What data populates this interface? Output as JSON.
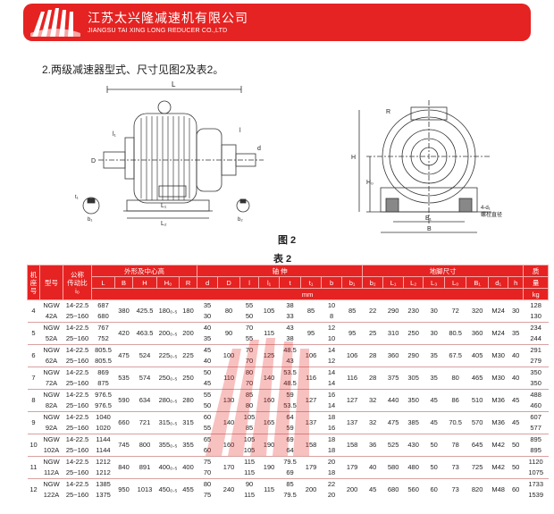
{
  "header": {
    "company_cn": "江苏太兴隆减速机有限公司",
    "company_en": "JIANGSU TAI XING LONG REDUCER CO.,LTD",
    "brand_color": "#e52322"
  },
  "section_title": "2.两级减速器型式、尺寸见图2及表2。",
  "figure_caption": "图 2",
  "table_caption": "表 2",
  "drawing_labels": {
    "L": "L",
    "L1": "L₁",
    "L2": "L₂",
    "l": "l",
    "l1": "l₁",
    "d": "d",
    "D": "D",
    "t1": "t₁",
    "b1": "b₁",
    "b2": "b₂",
    "R": "R",
    "H": "H",
    "H0": "H₀",
    "B": "B",
    "B1": "B₁",
    "bolt": "4-d₁",
    "bolt_cn": "螺栓直径",
    "h": "h"
  },
  "table": {
    "headers": {
      "seq": "机座号",
      "model": "型号",
      "ratio_a": "公称",
      "ratio_b": "传动比",
      "ratio_c": "i₀",
      "outline": "外形及中心高",
      "shaft": "轴    伸",
      "foot": "地脚尺寸",
      "weight_a": "质",
      "weight_b": "量",
      "unit_mm": "mm",
      "unit_kg": "kg",
      "sub": [
        "L",
        "B",
        "H",
        "H₀",
        "R",
        "d",
        "D",
        "l",
        "l₁",
        "t",
        "t₁",
        "b",
        "b₁",
        "b₂",
        "L₁",
        "L₂",
        "L₃",
        "L₀",
        "B₁",
        "d₁",
        "h"
      ]
    },
    "rows": [
      {
        "seq": "4",
        "model": [
          "NGW",
          "42A"
        ],
        "ratio": [
          "14-22.5",
          "25~160"
        ],
        "L": [
          "687",
          "680"
        ],
        "B": "380",
        "H": "425.5",
        "H0": "180₀.₅",
        "R": "180",
        "d": [
          "35",
          "30"
        ],
        "D": "80",
        "l": [
          "55",
          "50"
        ],
        "l1": "105",
        "t": [
          "38",
          "33"
        ],
        "t1": "85",
        "b": [
          "10",
          "8"
        ],
        "b1": "85",
        "b2": "22",
        "L1": "290",
        "L2": "230",
        "L3": "30",
        "L0": "72",
        "B1": "320",
        "d1": "M24",
        "h": "30",
        "w": [
          "128",
          "130"
        ]
      },
      {
        "seq": "5",
        "model": [
          "NGW",
          "52A"
        ],
        "ratio": [
          "14-22.5",
          "25~160"
        ],
        "L": [
          "767",
          "752"
        ],
        "B": "420",
        "H": "463.5",
        "H0": "200₀.₅",
        "R": "200",
        "d": [
          "40",
          "35"
        ],
        "D": "90",
        "l": [
          "70",
          "55"
        ],
        "l1": "115",
        "t": [
          "43",
          "38"
        ],
        "t1": "95",
        "b": [
          "12",
          "10"
        ],
        "b1": "95",
        "b2": "25",
        "L1": "310",
        "L2": "250",
        "L3": "30",
        "L0": "80.5",
        "B1": "360",
        "d1": "M24",
        "h": "35",
        "w": [
          "234",
          "244"
        ]
      },
      {
        "seq": "6",
        "model": [
          "NGW",
          "62A"
        ],
        "ratio": [
          "14-22.5",
          "25~160"
        ],
        "L": [
          "805.5",
          "805.5"
        ],
        "B": "475",
        "H": "524",
        "H0": "225₀.₅",
        "R": "225",
        "d": [
          "45",
          "40"
        ],
        "D": "100",
        "l": [
          "70",
          "70"
        ],
        "l1": "125",
        "t": [
          "48.5",
          "43"
        ],
        "t1": "106",
        "b": [
          "14",
          "12"
        ],
        "b1": "106",
        "b2": "28",
        "L1": "360",
        "L2": "290",
        "L3": "35",
        "L0": "67.5",
        "B1": "405",
        "d1": "M30",
        "h": "40",
        "w": [
          "291",
          "279"
        ]
      },
      {
        "seq": "7",
        "model": [
          "NGW",
          "72A"
        ],
        "ratio": [
          "14-22.5",
          "25~160"
        ],
        "L": [
          "869",
          "875"
        ],
        "B": "535",
        "H": "574",
        "H0": "250₀.₅",
        "R": "250",
        "d": [
          "50",
          "45"
        ],
        "D": "110",
        "l": [
          "80",
          "70"
        ],
        "l1": "140",
        "t": [
          "53.5",
          "48.5"
        ],
        "t1": "116",
        "b": [
          "14",
          "14"
        ],
        "b1": "116",
        "b2": "28",
        "L1": "375",
        "L2": "305",
        "L3": "35",
        "L0": "80",
        "B1": "465",
        "d1": "M30",
        "h": "40",
        "w": [
          "350",
          "350"
        ]
      },
      {
        "seq": "8",
        "model": [
          "NGW",
          "82A"
        ],
        "ratio": [
          "14-22.5",
          "25~160"
        ],
        "L": [
          "976.5",
          "976.5"
        ],
        "B": "590",
        "H": "634",
        "H0": "280₀.₅",
        "R": "280",
        "d": [
          "55",
          "50"
        ],
        "D": "130",
        "l": [
          "85",
          "80"
        ],
        "l1": "160",
        "t": [
          "59",
          "53.5"
        ],
        "t1": "127",
        "b": [
          "16",
          "14"
        ],
        "b1": "127",
        "b2": "32",
        "L1": "440",
        "L2": "350",
        "L3": "45",
        "L0": "86",
        "B1": "510",
        "d1": "M36",
        "h": "45",
        "w": [
          "488",
          "460"
        ]
      },
      {
        "seq": "9",
        "model": [
          "NGW",
          "92A"
        ],
        "ratio": [
          "14-22.5",
          "25~160"
        ],
        "L": [
          "1040",
          "1020"
        ],
        "B": "660",
        "H": "721",
        "H0": "315₀.₅",
        "R": "315",
        "d": [
          "60",
          "55"
        ],
        "D": "140",
        "l": [
          "105",
          "85"
        ],
        "l1": "165",
        "t": [
          "64",
          "59"
        ],
        "t1": "137",
        "b": [
          "18",
          "16"
        ],
        "b1": "137",
        "b2": "32",
        "L1": "475",
        "L2": "385",
        "L3": "45",
        "L0": "70.5",
        "B1": "570",
        "d1": "M36",
        "h": "45",
        "w": [
          "607",
          "577"
        ]
      },
      {
        "seq": "10",
        "model": [
          "NGW",
          "102A"
        ],
        "ratio": [
          "14-22.5",
          "25~160"
        ],
        "L": [
          "1144",
          "1144"
        ],
        "B": "745",
        "H": "800",
        "H0": "355₀.₅",
        "R": "355",
        "d": [
          "65",
          "60"
        ],
        "D": "160",
        "l": [
          "105",
          "105"
        ],
        "l1": "190",
        "t": [
          "69",
          "64"
        ],
        "t1": "158",
        "b": [
          "18",
          "18"
        ],
        "b1": "158",
        "b2": "36",
        "L1": "525",
        "L2": "430",
        "L3": "50",
        "L0": "78",
        "B1": "645",
        "d1": "M42",
        "h": "50",
        "w": [
          "895",
          "895"
        ]
      },
      {
        "seq": "11",
        "model": [
          "NGW",
          "112A"
        ],
        "ratio": [
          "14-22.5",
          "25~160"
        ],
        "L": [
          "1212",
          "1212"
        ],
        "B": "840",
        "H": "891",
        "H0": "400₀.₅",
        "R": "400",
        "d": [
          "75",
          "70"
        ],
        "D": "170",
        "l": [
          "115",
          "115"
        ],
        "l1": "190",
        "t": [
          "79.5",
          "69"
        ],
        "t1": "179",
        "b": [
          "20",
          "18"
        ],
        "b1": "179",
        "b2": "40",
        "L1": "580",
        "L2": "480",
        "L3": "50",
        "L0": "73",
        "B1": "725",
        "d1": "M42",
        "h": "50",
        "w": [
          "1120",
          "1075"
        ]
      },
      {
        "seq": "12",
        "model": [
          "NGW",
          "122A"
        ],
        "ratio": [
          "14-22.5",
          "25~160"
        ],
        "L": [
          "1385",
          "1375"
        ],
        "B": "950",
        "H": "1013",
        "H0": "450₀.₅",
        "R": "455",
        "d": [
          "80",
          "75"
        ],
        "D": "240",
        "l": [
          "90",
          "115"
        ],
        "l1": "115",
        "t": [
          "85",
          "79.5"
        ],
        "t1": "200",
        "b": [
          "22",
          "20"
        ],
        "b1": "200",
        "b2": "45",
        "L1": "680",
        "L2": "560",
        "L3": "60",
        "L0": "73",
        "B1": "820",
        "d1": "M48",
        "h": "60",
        "w": [
          "1733",
          "1539"
        ]
      }
    ]
  }
}
